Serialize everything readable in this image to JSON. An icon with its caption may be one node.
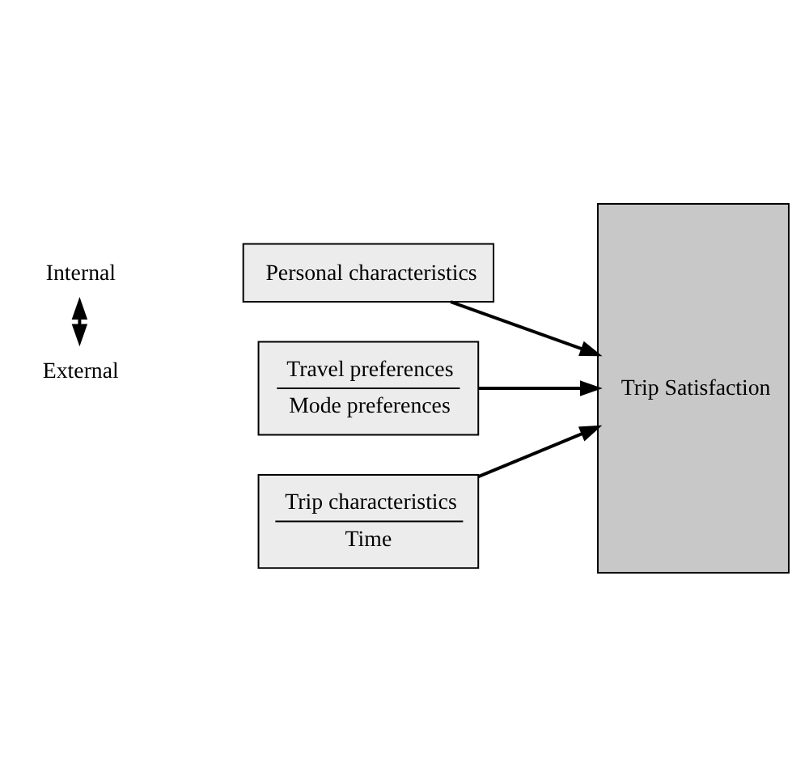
{
  "diagram": {
    "nodes": [
      {
        "text": [
          "Internal"
        ]
      },
      {
        "text": [
          "Personal characteristics"
        ]
      },
      {
        "text": [
          "Travel preferences",
          "Mode preferences"
        ]
      },
      {
        "text": [
          "Trip characteristics",
          "Time"
        ]
      },
      {
        "text": [
          "Trip Satisfaction"
        ]
      },
      {
        "text": [
          "External"
        ]
      }
    ],
    "edges": [
      {
        "from": 0,
        "to": 5,
        "arrow": "both"
      },
      {
        "from": 1,
        "to": 4,
        "arrow": "to"
      },
      {
        "from": 2,
        "to": 4,
        "arrow": "to"
      },
      {
        "from": 3,
        "to": 4,
        "arrow": "to"
      }
    ]
  }
}
